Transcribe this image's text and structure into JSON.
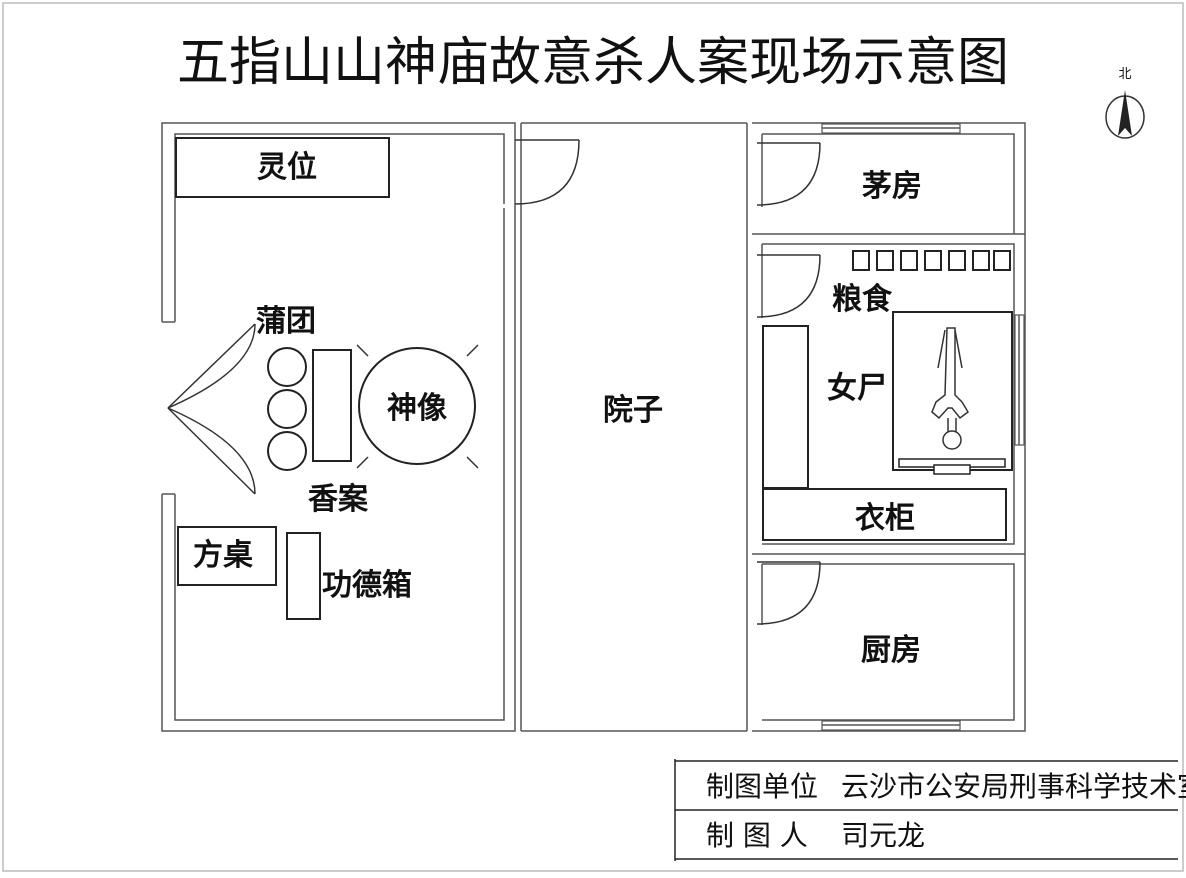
{
  "title": "五指山山神庙故意杀人案现场示意图",
  "north": "北",
  "rooms": {
    "courtyard": "院子",
    "toilet": "茅房",
    "kitchen": "厨房"
  },
  "items": {
    "spirit_tablet": "灵位",
    "cushion": "蒲团",
    "statue": "神像",
    "incense_table": "香案",
    "square_table": "方桌",
    "donation_box": "功德箱",
    "grain": "粮食",
    "female_body": "女尸",
    "wardrobe": "衣柜"
  },
  "info_table": {
    "rows": [
      {
        "label": "制图单位",
        "value": "云沙市公安局刑事科学技术室"
      },
      {
        "label": "制 图 人",
        "value": "司元龙"
      }
    ]
  }
}
